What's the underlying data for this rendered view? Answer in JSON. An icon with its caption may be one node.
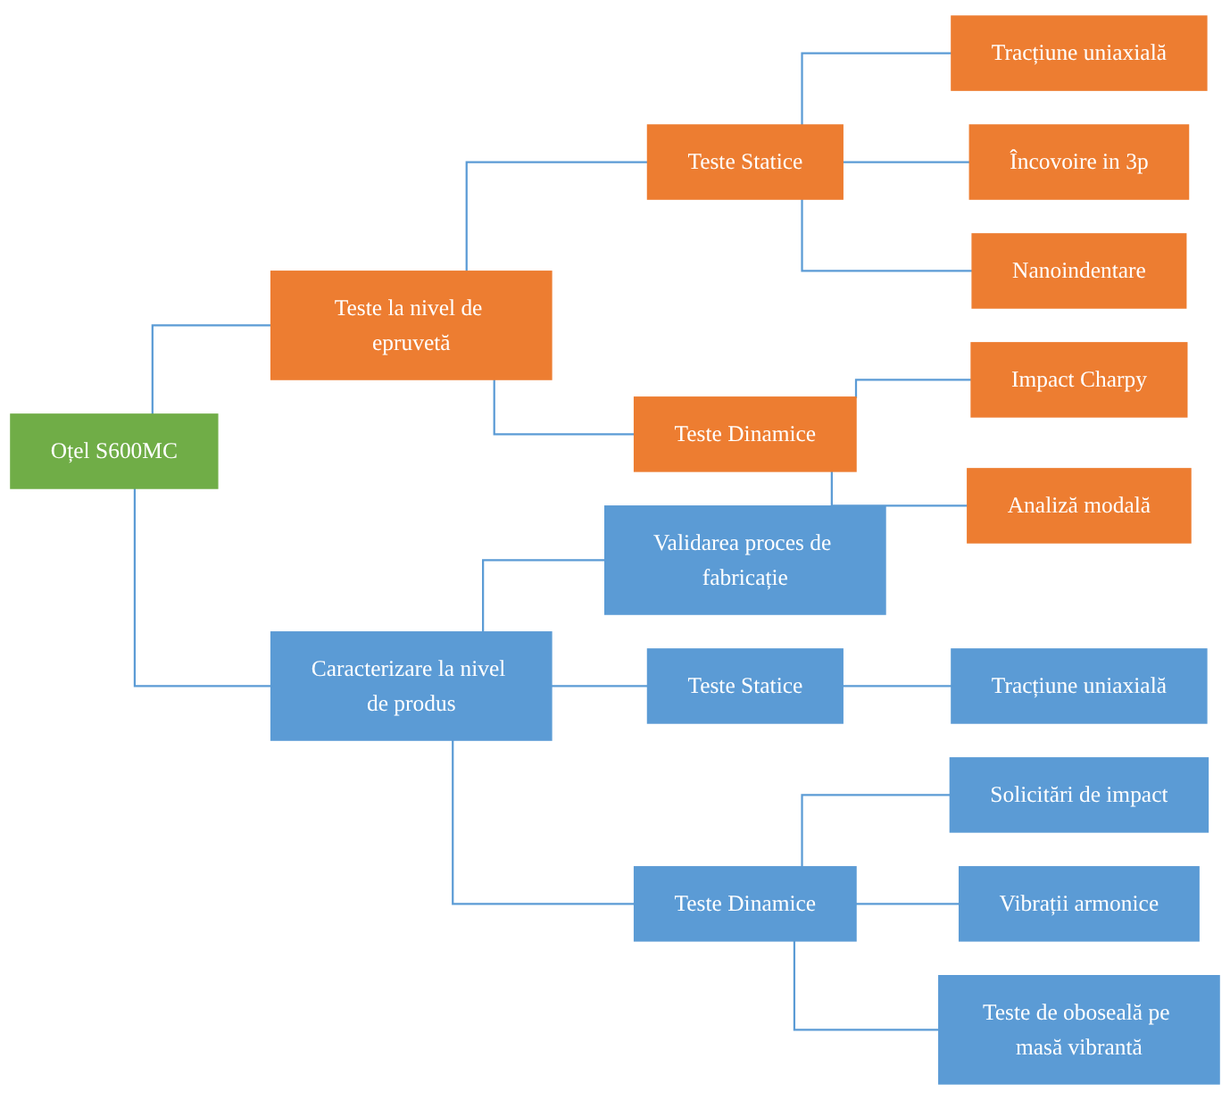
{
  "diagram": {
    "nodes": [
      {
        "text": [
          "Oțel S600MC"
        ]
      },
      {
        "text": [
          "Teste la nivel de epruvetă"
        ]
      },
      {
        "text": [
          "Teste Statice"
        ]
      },
      {
        "text": [
          "Tracțiune uniaxială"
        ]
      },
      {
        "text": [
          "Încovoire in 3p"
        ]
      },
      {
        "text": [
          "Nanoindentare"
        ]
      },
      {
        "text": [
          "Teste Dinamice"
        ]
      },
      {
        "text": [
          "Impact Charpy"
        ]
      },
      {
        "text": [
          "Analiză modală"
        ]
      },
      {
        "text": [
          "Caracterizare la nivel de produs"
        ]
      },
      {
        "text": [
          "Validarea proces de fabricație"
        ]
      },
      {
        "text": [
          "Teste Statice"
        ]
      },
      {
        "text": [
          "Tracțiune uniaxială"
        ]
      },
      {
        "text": [
          "Teste Dinamice"
        ]
      },
      {
        "text": [
          "Solicitări de impact"
        ]
      },
      {
        "text": [
          "Vibrații armonice"
        ]
      },
      {
        "text": [
          "Teste de oboseală pe masă vibrantă"
        ]
      }
    ],
    "edges": [
      {
        "from": 0,
        "to": 1,
        "arrow": "none"
      },
      {
        "from": 1,
        "to": 2,
        "arrow": "none"
      },
      {
        "from": 2,
        "to": 3,
        "arrow": "none"
      },
      {
        "from": 2,
        "to": 4,
        "arrow": "none"
      },
      {
        "from": 2,
        "to": 5,
        "arrow": "none"
      },
      {
        "from": 1,
        "to": 6,
        "arrow": "none"
      },
      {
        "from": 6,
        "to": 7,
        "arrow": "none"
      },
      {
        "from": 6,
        "to": 8,
        "arrow": "none"
      },
      {
        "from": 0,
        "to": 9,
        "arrow": "none"
      },
      {
        "from": 9,
        "to": 10,
        "arrow": "none"
      },
      {
        "from": 9,
        "to": 11,
        "arrow": "none"
      },
      {
        "from": 11,
        "to": 12,
        "arrow": "none"
      },
      {
        "from": 9,
        "to": 13,
        "arrow": "none"
      },
      {
        "from": 13,
        "to": 14,
        "arrow": "none"
      },
      {
        "from": 13,
        "to": 15,
        "arrow": "none"
      },
      {
        "from": 13,
        "to": 16,
        "arrow": "none"
      }
    ]
  }
}
